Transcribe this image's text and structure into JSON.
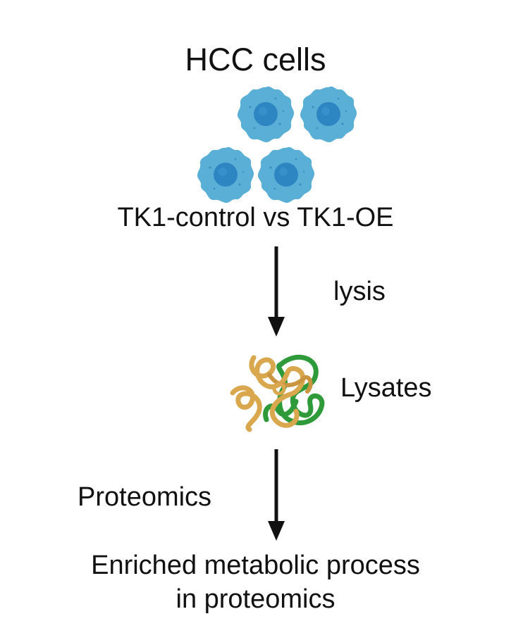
{
  "diagram": {
    "title": "HCC cells",
    "comparison": "TK1-control vs TK1-OE",
    "step1_label": "lysis",
    "product_label": "Lysates",
    "step2_label": "Proteomics",
    "outcome_line1": "Enriched metabolic process",
    "outcome_line2": "in proteomics"
  },
  "colors": {
    "cell_body": "#5AAFD6",
    "cell_nucleus": "#2D86C2",
    "lysate_gold": "#D9A84E",
    "lysate_green": "#2E9A3A",
    "arrow": "#111111",
    "text": "#111111"
  },
  "icons": {
    "cells": "cell-cluster-icon",
    "lysate": "lysate-icon"
  }
}
